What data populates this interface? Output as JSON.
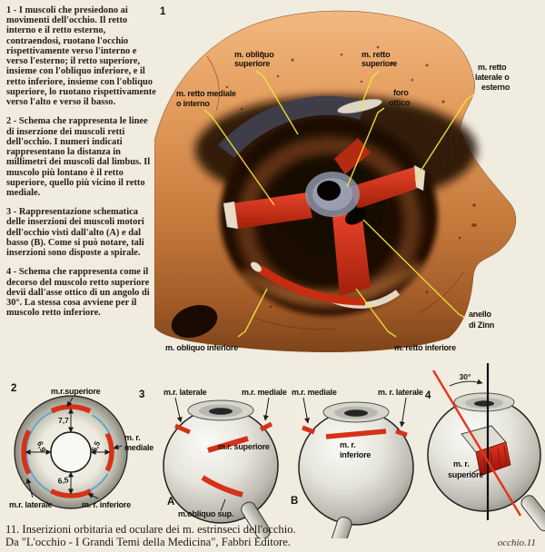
{
  "left_column": {
    "paragraphs": [
      "1 - I muscoli che presiedono ai movimenti dell'occhio. Il retto interno e il retto esterno, contraendosi, ruotano l'occhio rispettivamente verso l'interno e verso l'esterno; il retto superiore, insieme con l'obliquo inferiore, e il retto inferiore, insieme con l'obliquo superiore, lo ruotano rispettivamente verso l'alto e verso il basso.",
      "2 - Schema che rappresenta le linee di inserzione dei muscoli retti dell'occhio. I numeri indicati rappresentano la distanza in millimetri dei muscoli dal limbus. Il muscolo più lontano è il retto superiore, quello più vicino il retto mediale.",
      "3 - Rappresentazione schematica delle inserzioni dei muscoli motori dell'occhio visti dall'alto (A) e dal basso (B). Come si può notare, tali inserzioni sono disposte a spirale.",
      "4 - Schema che rappresenta come il decorso del muscolo retto superiore devii dall'asse ottico di un angolo di 30°. La stessa cosa avviene per il muscolo retto inferiore."
    ]
  },
  "figure1": {
    "number": "1",
    "labels": {
      "obliquo_superiore": [
        "m. obliquo",
        "superiore"
      ],
      "retto_superiore": [
        "m. retto",
        "superiore"
      ],
      "retto_mediale": [
        "m. retto mediale",
        "o interno"
      ],
      "retto_laterale": [
        "m. retto",
        "laterale o",
        "esterno"
      ],
      "foro_ottico": [
        "foro",
        "ottico"
      ],
      "anello_di_zinn": [
        "anello",
        "di Zinn"
      ],
      "obliquo_inferiore": "m. obliquo inferiore",
      "retto_inferiore": "m. retto inferiore"
    }
  },
  "figure2": {
    "number": "2",
    "labels": {
      "superiore": "m.r.superiore",
      "mediale": [
        "m. r.",
        "mediale"
      ],
      "laterale": "m.r. laterale",
      "inferiore": "m. r. inferiore"
    },
    "distances_mm": {
      "superiore": "7,7",
      "mediale": "5,5",
      "laterale": "6,9",
      "inferiore": "6,5"
    }
  },
  "figure3": {
    "number": "3",
    "view_a": {
      "letter": "A",
      "labels": {
        "laterale": "m.r. laterale",
        "mediale": "m.r. mediale",
        "superiore": "m.r. superiore",
        "obliquo": "m.obliquo sup."
      }
    },
    "view_b": {
      "letter": "B",
      "labels": {
        "mediale": "m.r. mediale",
        "laterale": "m. r. laterale",
        "inferiore": [
          "m. r.",
          "inferiore"
        ]
      }
    }
  },
  "figure4": {
    "number": "4",
    "angle": "30°",
    "labels": {
      "superiore": [
        "m. r.",
        "superiore"
      ]
    }
  },
  "caption": {
    "line1": "11. Inserizioni orbitaria ed oculare dei m. estrinseci dell'occhio.",
    "line2": "Da  \"L'occhio - I Grandi Temi della Medicina\", Fabbri Editore.",
    "page_ref": "occhio.11"
  }
}
